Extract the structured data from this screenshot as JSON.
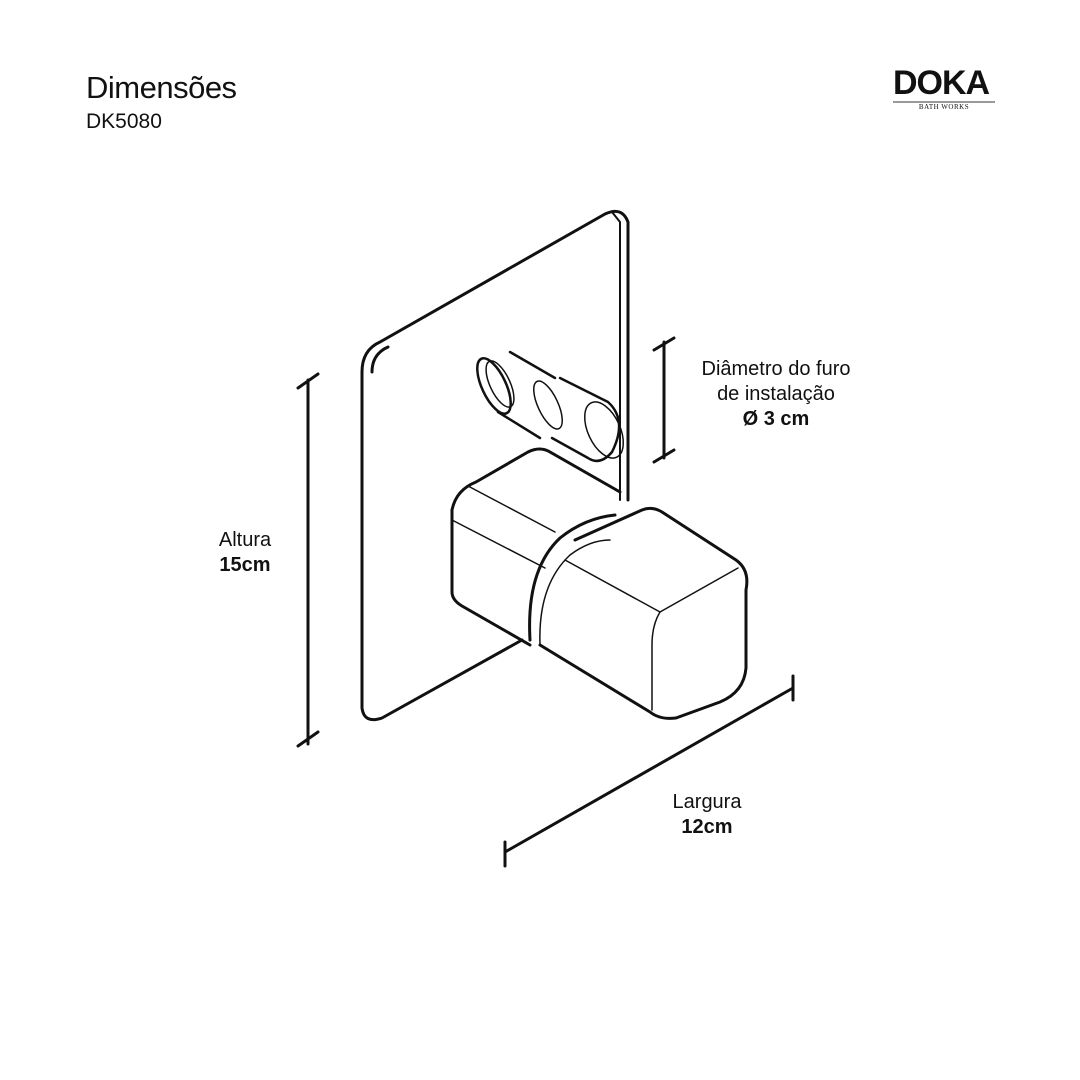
{
  "header": {
    "title": "Dimensões",
    "model": "DK5080"
  },
  "logo": {
    "brand": "DOKA",
    "tagline": "BATH WORKS"
  },
  "dimensions": {
    "height": {
      "label": "Altura",
      "value": "15cm"
    },
    "width": {
      "label": "Largura",
      "value": "12cm"
    },
    "hole": {
      "label_line1": "Diâmetro do furo",
      "label_line2": "de instalação",
      "value": "Ø 3 cm"
    }
  }
}
